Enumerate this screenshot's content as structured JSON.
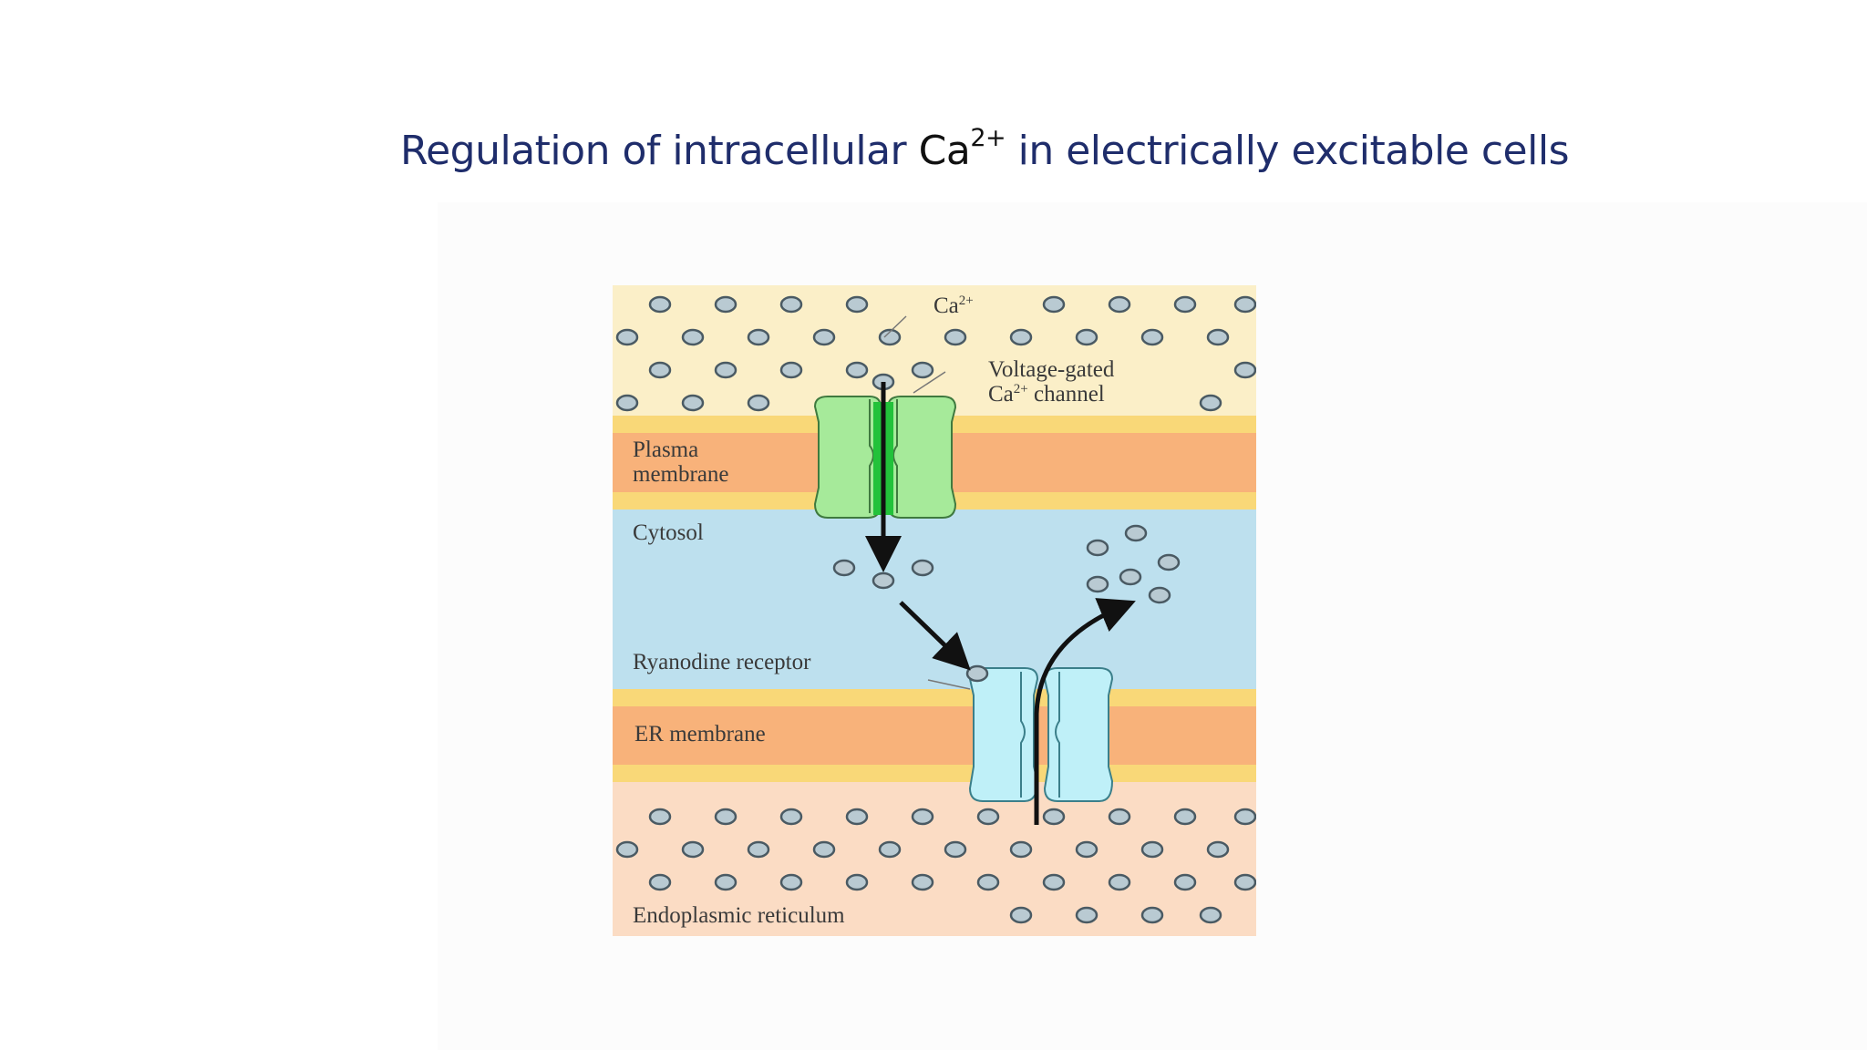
{
  "slide": {
    "title_part1": "Regulation of intracellular ",
    "title_ion": "Ca",
    "title_charge": "2+",
    "title_part2": " in electrically excitable cells"
  },
  "diagram": {
    "labels": {
      "ion": "Ca",
      "ion_charge": "2+",
      "channel_line1": "Voltage-gated",
      "channel_line2_ion": "Ca",
      "channel_line2_charge": "2+",
      "channel_line2_rest": " channel",
      "plasma_line1": "Plasma",
      "plasma_line2": "membrane",
      "cytosol": "Cytosol",
      "ryanodine": "Ryanodine receptor",
      "er_membrane": "ER membrane",
      "er": "Endoplasmic reticulum"
    },
    "colors": {
      "extracellular": "#fbefc8",
      "membrane_core": "#f8b27a",
      "membrane_edge": "#f9d878",
      "cytosol": "#bde0ee",
      "er_lumen": "#fbdcc4",
      "plasma_channel": "#a6ea9a",
      "ryanodine_channel": "#bff0f8",
      "ion_fill": "#b9cad2",
      "ion_stroke": "#4a5a63",
      "arrow": "#111111"
    },
    "icons": [
      "calcium-ion-icon",
      "voltage-gated-channel-icon",
      "ryanodine-receptor-icon",
      "arrow-icon"
    ]
  }
}
